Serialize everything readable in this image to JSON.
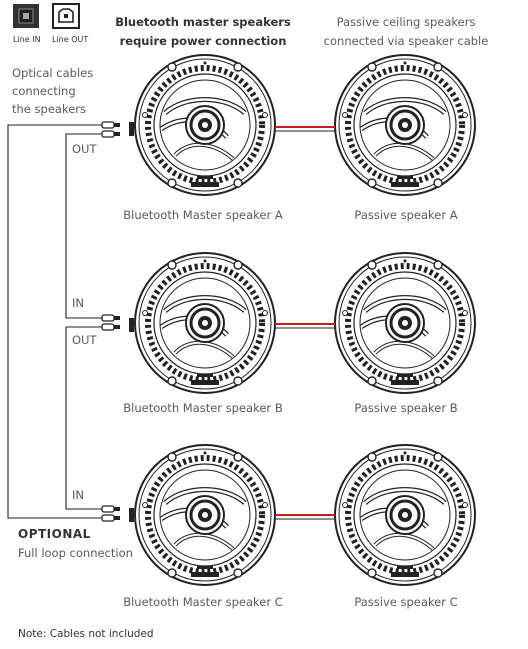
{
  "header": {
    "master_title_line1": "Bluetooth master speakers",
    "master_title_line2": "require power connection",
    "passive_title_line1": "Passive ceiling speakers",
    "passive_title_line2": "connected via speaker cable"
  },
  "ports": {
    "line_in_label": "Line IN",
    "line_out_label": "Line OUT"
  },
  "legend": {
    "optical_line1": "Optical cables",
    "optical_line2": "connecting",
    "optical_line3": "the speakers"
  },
  "labels": {
    "out_a": "OUT",
    "in_b": "IN",
    "out_b": "OUT",
    "in_c": "IN"
  },
  "speakers": {
    "master_a": "Bluetooth Master speaker A",
    "passive_a": "Passive speaker A",
    "master_b": "Bluetooth Master speaker B",
    "passive_b": "Passive speaker B",
    "master_c": "Bluetooth Master speaker C",
    "passive_c": "Passive speaker C"
  },
  "optional": {
    "title": "OPTIONAL",
    "subtitle": "Full loop connection"
  },
  "note": "Note: Cables not included",
  "colors": {
    "speaker_cable_red": "#c0201e",
    "line": "#222222",
    "text": "#5a5a5a"
  }
}
